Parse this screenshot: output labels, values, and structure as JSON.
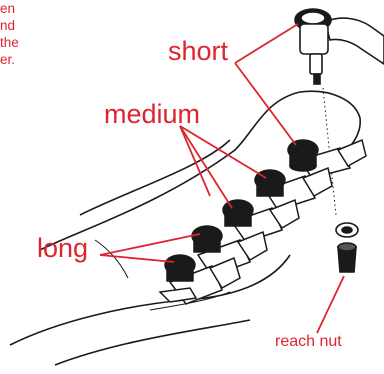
{
  "note_text": "en\nnd\nthe\ner.",
  "labels": {
    "short": "short",
    "medium": "medium",
    "long": "long",
    "reach_nut": "reach nut"
  },
  "colors": {
    "label_red": "#e0242f",
    "line_black": "#1a1a1a"
  }
}
